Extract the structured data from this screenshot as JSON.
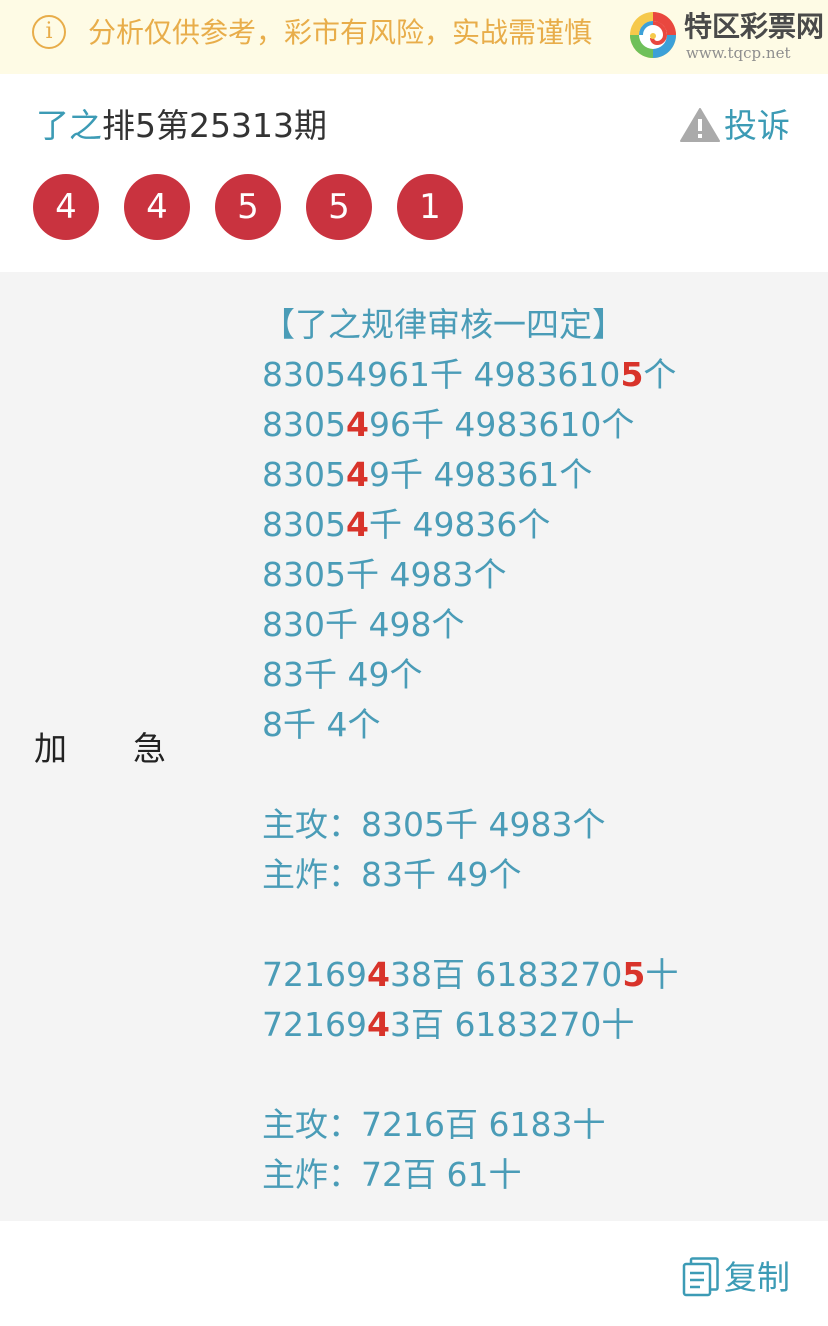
{
  "notice": {
    "text": "分析仅供参考，彩市有风险，实战需谨慎",
    "icon": "info-icon",
    "color": "#e8ad4a"
  },
  "logo": {
    "name": "特区彩票网",
    "url": "www.tqcp.net"
  },
  "post": {
    "author": "了之",
    "title": "排5第25313期",
    "complain_label": "投诉",
    "complain_icon": "warning-icon",
    "balls": [
      "4",
      "4",
      "5",
      "5",
      "1"
    ],
    "ball_color": "#c9333f"
  },
  "panel": {
    "label_left": "加",
    "label_right": "急",
    "lines": [
      [
        {
          "t": "【了之规律审核一四定】"
        }
      ],
      [
        {
          "t": "83054961千 4983610"
        },
        {
          "t": "5",
          "hl": true
        },
        {
          "t": "个"
        }
      ],
      [
        {
          "t": "8305"
        },
        {
          "t": "4",
          "hl": true
        },
        {
          "t": "96千 4983610个"
        }
      ],
      [
        {
          "t": "8305"
        },
        {
          "t": "4",
          "hl": true
        },
        {
          "t": "9千 498361个"
        }
      ],
      [
        {
          "t": "8305"
        },
        {
          "t": "4",
          "hl": true
        },
        {
          "t": "千 49836个"
        }
      ],
      [
        {
          "t": "8305千 4983个"
        }
      ],
      [
        {
          "t": "830千 498个"
        }
      ],
      [
        {
          "t": "83千 49个"
        }
      ],
      [
        {
          "t": "8千 4个"
        }
      ],
      [],
      [
        {
          "t": "主攻：8305千 4983个"
        }
      ],
      [
        {
          "t": "主炸：83千 49个"
        }
      ],
      [],
      [
        {
          "t": "72169"
        },
        {
          "t": "4",
          "hl": true
        },
        {
          "t": "38百 6183270"
        },
        {
          "t": "5",
          "hl": true
        },
        {
          "t": "十"
        }
      ],
      [
        {
          "t": "72169"
        },
        {
          "t": "4",
          "hl": true
        },
        {
          "t": "3百 6183270十"
        }
      ],
      [],
      [
        {
          "t": "主攻：7216百 6183十"
        }
      ],
      [
        {
          "t": "主炸：72百 61十"
        }
      ]
    ]
  },
  "footer": {
    "copy_label": "复制",
    "copy_icon": "copy-icon"
  }
}
